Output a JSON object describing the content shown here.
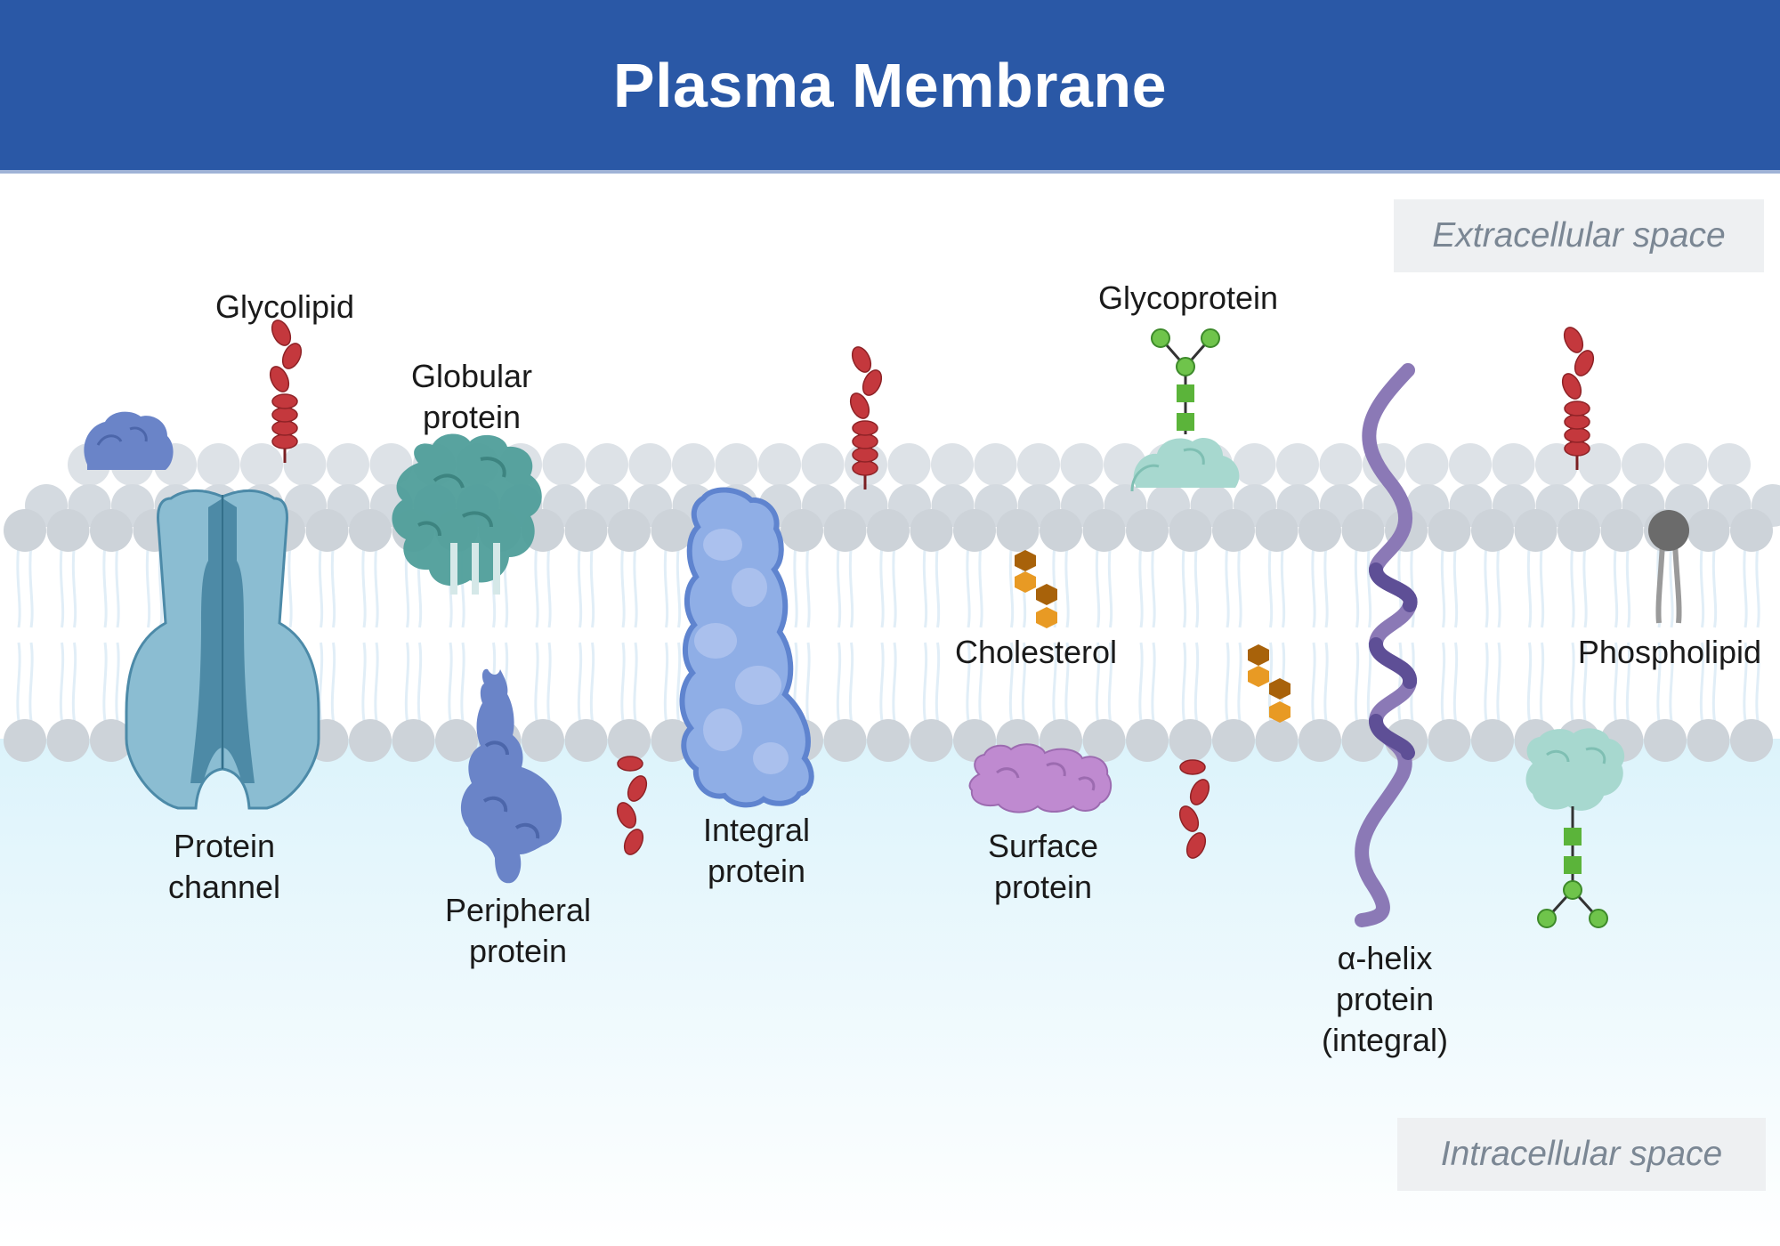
{
  "title": "Plasma Membrane",
  "regions": {
    "extracellular": "Extracellular space",
    "intracellular": "Intracellular space"
  },
  "labels": {
    "glycolipid": "Glycolipid",
    "globular_protein": "Globular\nprotein",
    "glycoprotein": "Glycoprotein",
    "cholesterol": "Cholesterol",
    "phospholipid": "Phospholipid",
    "protein_channel": "Protein\nchannel",
    "peripheral_protein": "Peripheral\nprotein",
    "integral_protein": "Integral\nprotein",
    "surface_protein": "Surface\nprotein",
    "alpha_helix_protein": "α-helix\nprotein\n(integral)"
  },
  "colors": {
    "header": "#2a58a6",
    "lipid_head": "#cdd3d9",
    "glycan_red": "#c4383d",
    "protein_channel": "#8bbdd2",
    "globular_protein": "#4f9e9a",
    "integral_protein": "#8faee6",
    "peripheral_protein": "#6a84c8",
    "surface_protein": "#bf8ad0",
    "alpha_helix": "#8b79b6",
    "cholesterol": "#e89a24",
    "sugar_green": "#6fc44b"
  }
}
